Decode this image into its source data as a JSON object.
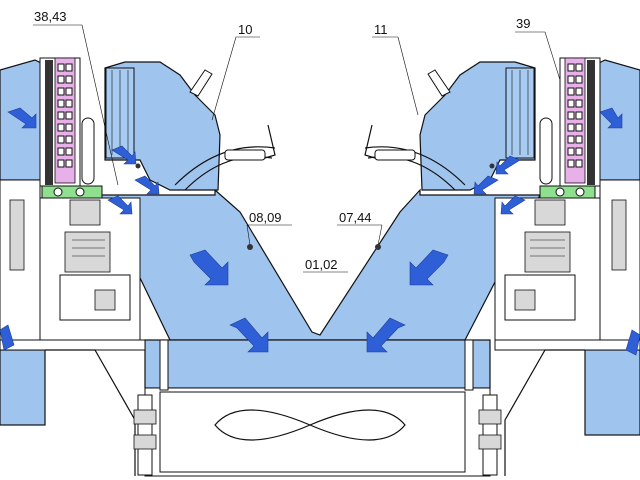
{
  "callouts": {
    "c1": "38,43",
    "c2": "10",
    "c3": "11",
    "c4": "39",
    "c5": "08,09",
    "c6": "07,44",
    "c7": "01,02"
  },
  "colors": {
    "fluid_blue": "#9fc4ee",
    "arrow_blue": "#2f5fd6",
    "seal_green": "#8ee08e",
    "magenta_stack": "#e8b0e8"
  },
  "icons": {
    "flow": "flow-arrow-icon",
    "fan": "propeller-icon"
  }
}
